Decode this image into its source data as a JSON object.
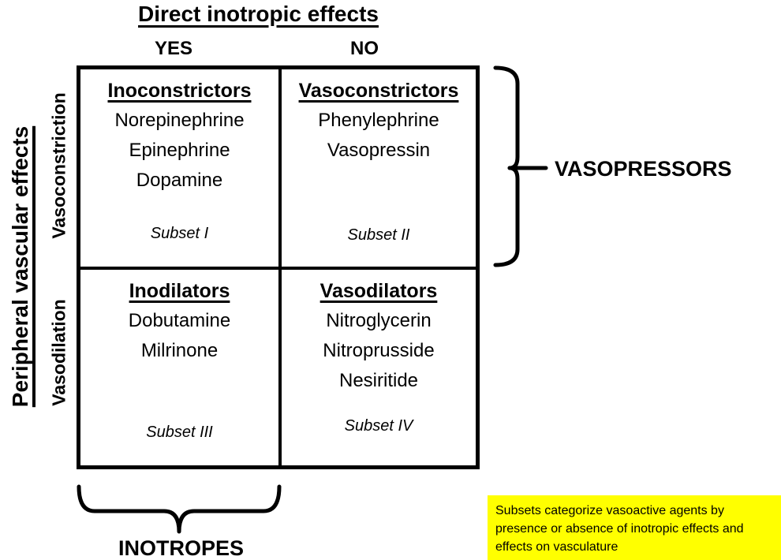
{
  "title": {
    "text": "Direct inotropic effects"
  },
  "columns": {
    "yes": "YES",
    "no": "NO"
  },
  "rows": {
    "axis": "Peripheral vascular effects",
    "top": "Vasoconstriction",
    "bottom": "Vasodilation"
  },
  "quadrants": {
    "inoconstrictors": {
      "heading": "Inoconstrictors",
      "drugs": [
        "Norepinephrine",
        "Epinephrine",
        "Dopamine"
      ],
      "subset": "Subset I"
    },
    "vasoconstrictors": {
      "heading": "Vasoconstrictors",
      "drugs": [
        "Phenylephrine",
        "Vasopressin"
      ],
      "subset": "Subset II"
    },
    "inodilators": {
      "heading": "Inodilators",
      "drugs": [
        "Dobutamine",
        "Milrinone"
      ],
      "subset": "Subset III"
    },
    "vasodilators": {
      "heading": "Vasodilators",
      "drugs": [
        "Nitroglycerin",
        "Nitroprusside",
        "Nesiritide"
      ],
      "subset": "Subset IV"
    }
  },
  "brackets": {
    "vasopressors_label": "VASOPRESSORS",
    "inotropes_label": "INOTROPES"
  },
  "note": {
    "bg_color": "#ffff00",
    "text_color": "#000000",
    "lines": [
      "Subsets categorize vasoactive agents by",
      "presence or absence of inotropic effects and",
      "effects on vasculature"
    ]
  },
  "colors": {
    "ink": "#000000",
    "background": "#ffffff",
    "highlight": "#ffff00"
  }
}
